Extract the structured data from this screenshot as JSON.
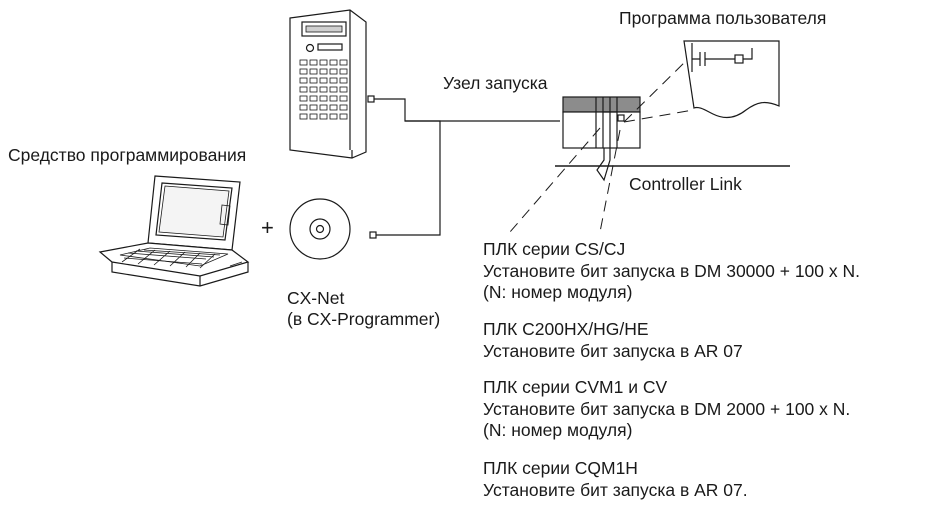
{
  "labels": {
    "user_program": "Программа пользователя",
    "start_node": "Узел запуска",
    "programming_tool": "Средство программирования",
    "network_name": "Controller Link",
    "software_line1": "CX-Net",
    "software_line2": "(в CX-Programmer)",
    "plus_sign": "+"
  },
  "plc_notes": [
    {
      "title": "ПЛК серии CS/CJ",
      "lines": [
        "Установите бит запуска в DM 30000 + 100 x N.",
        "(N: номер модуля)"
      ]
    },
    {
      "title": "ПЛК C200HX/HG/HE",
      "lines": [
        "Установите бит запуска в AR 07"
      ]
    },
    {
      "title": "ПЛК серии CVM1 и CV",
      "lines": [
        "Установите бит запуска в DM 2000 + 100 x N.",
        "(N: номер модуля)"
      ]
    },
    {
      "title": "ПЛК серии CQM1H",
      "lines": [
        "Установите бит запуска в AR 07."
      ]
    }
  ],
  "colors": {
    "stroke": "#1a1a1a",
    "plc_header_fill": "#8c8c8c",
    "background": "#ffffff"
  },
  "icons": [
    "handheld-programming-console-icon",
    "laptop-computer-icon",
    "software-cd-icon",
    "plc-unit-icon",
    "ladder-program-sheet-icon"
  ]
}
